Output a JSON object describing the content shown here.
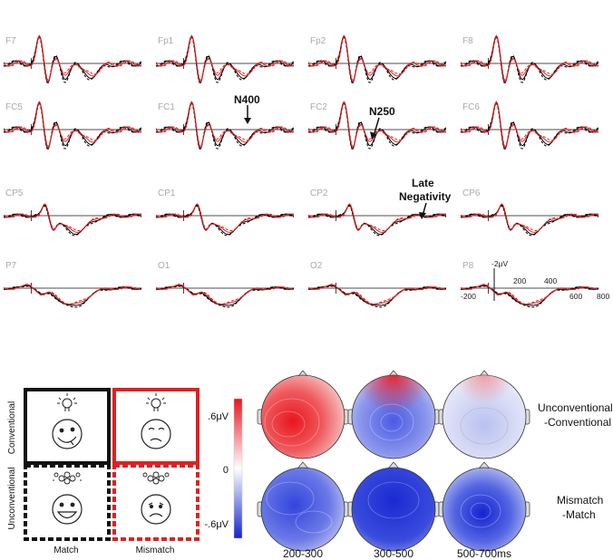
{
  "electrodes": [
    "F7",
    "Fp1",
    "Fp2",
    "F8",
    "FC5",
    "FC1",
    "FC2",
    "FC6",
    "CP5",
    "CP1",
    "CP2",
    "CP6",
    "P7",
    "O1",
    "O2",
    "P8"
  ],
  "annotations": {
    "n400": "N400",
    "n250": "N250",
    "late_line1": "Late",
    "late_line2": "Negativity"
  },
  "axis": {
    "voltage": "-2μV",
    "ticks": [
      "-200",
      "200",
      "400",
      "600",
      "800"
    ]
  },
  "conditions": {
    "row_labels": [
      "Conventional",
      "Unconventional"
    ],
    "col_labels": [
      "Match",
      "Mismatch"
    ]
  },
  "colorbar": {
    "top": ".6μV",
    "mid": "0",
    "bottom": "-.6μV"
  },
  "topo": {
    "row_labels": [
      [
        "Unconventional",
        "-Conventional"
      ],
      [
        "Mismatch",
        "-Match"
      ]
    ],
    "windows": [
      "200-300",
      "300-500",
      "500-700ms"
    ],
    "values": [
      [
        0.55,
        -0.3,
        -0.1
      ],
      [
        -0.4,
        -0.6,
        -0.55
      ]
    ]
  },
  "colors": {
    "conventional_match": "#000000",
    "mismatch": "#e02020",
    "positive": "#e8202a",
    "negative": "#2030d8"
  }
}
